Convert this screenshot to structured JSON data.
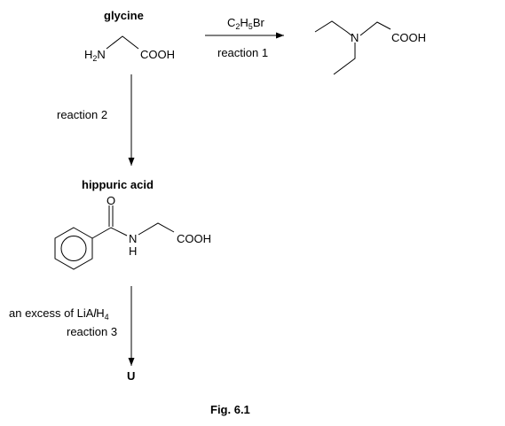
{
  "compounds": {
    "glycine": {
      "name": "glycine",
      "amine_h": "H",
      "amine_h_sub": "2",
      "amine_n": "N",
      "acid_group": "COOH"
    },
    "diethyl_product": {
      "n_label": "N",
      "acid_group": "COOH"
    },
    "hippuric_acid": {
      "name": "hippuric acid",
      "o_label": "O",
      "n_label": "N",
      "h_label": "H",
      "acid_group": "COOH"
    },
    "product_u": {
      "label": "U"
    }
  },
  "reactions": {
    "reaction_1": {
      "label": "reaction 1",
      "reagent_c": "C",
      "reagent_c_sub": "2",
      "reagent_h": "H",
      "reagent_h_sub": "5",
      "reagent_br": "Br"
    },
    "reaction_2": {
      "label": "reaction 2"
    },
    "reaction_3": {
      "label": "reaction 3",
      "reagent_prefix": "an excess of LiA",
      "reagent_l": "l",
      "reagent_h": "H",
      "reagent_sub": "4"
    }
  },
  "figure": {
    "caption": "Fig. 6.1"
  }
}
